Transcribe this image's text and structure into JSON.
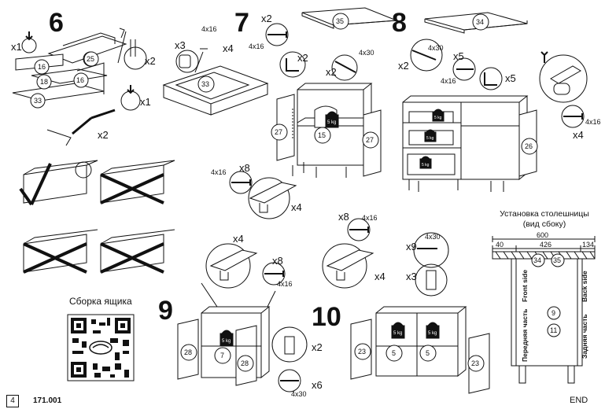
{
  "steps": {
    "s6": "6",
    "s7": "7",
    "s8": "8",
    "s9": "9",
    "s10": "10"
  },
  "parts": {
    "p25": "25",
    "p16a": "16",
    "p16b": "16",
    "p18": "18",
    "p33a": "33",
    "p33b": "33",
    "p35a": "35",
    "p35b": "35",
    "p27a": "27",
    "p27b": "27",
    "p15": "15",
    "p34a": "34",
    "p34b": "34",
    "p26": "26",
    "p28a": "28",
    "p28b": "28",
    "p7": "7",
    "p23a": "23",
    "p23b": "23",
    "p5a": "5",
    "p5b": "5",
    "p9": "9",
    "p11": "11"
  },
  "quantities": {
    "q6a": "x1",
    "q6b": "x2",
    "q6c": "x1",
    "q6d": "x2",
    "q7a": "x3",
    "q7b": "x2",
    "q7c": "x4",
    "q7d": "x2",
    "q7e": "x2",
    "q7f": "x8",
    "q7g": "x4",
    "q8a": "x2",
    "q8b": "x5",
    "q8c": "x5",
    "q8d": "x4",
    "q9a": "x4",
    "q9b": "x8",
    "q9c": "x2",
    "q9d": "x6",
    "q10a": "x8",
    "q10b": "x4",
    "q10c": "x9",
    "q10d": "x3"
  },
  "screws": {
    "s7a": "4x16",
    "s7b": "4x16",
    "s7c": "4x30",
    "s7d": "4x16",
    "s8a": "4x30",
    "s8b": "4x16",
    "s8c": "4x16",
    "s9a": "4x16",
    "s9b": "4x30",
    "s10a": "4x16",
    "s10b": "4x30"
  },
  "weights": {
    "w1": "5 kg",
    "w2": "5 kg",
    "w3": "5 kg",
    "w4": "5 kg",
    "w5": "5 kg",
    "w6": "5 kg",
    "w7": "5 kg"
  },
  "qr_caption": "Сборка ящика",
  "countertop": {
    "title_line1": "Установка столешницы",
    "title_line2": "(вид сбоку)",
    "dim_total": "600",
    "dim_left": "40",
    "dim_mid": "426",
    "dim_right": "134",
    "front_side": "Front side",
    "front_side_ru": "Передняя часть",
    "back_side": "Back side",
    "back_side_ru": "Задняя часть"
  },
  "footer": {
    "page": "4",
    "code": "171.001",
    "end": "END"
  }
}
